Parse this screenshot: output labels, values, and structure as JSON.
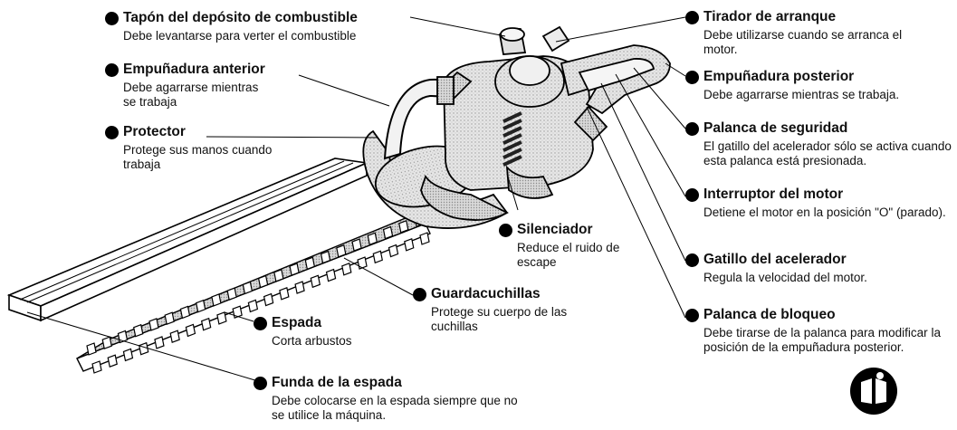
{
  "callouts": {
    "tapon": {
      "title": "Tapón del depósito de combustible",
      "desc": "Debe levantarse para verter el combustible"
    },
    "empunadura_anterior": {
      "title": "Empuñadura anterior",
      "desc": "Debe agarrarse mientras se trabaja"
    },
    "protector": {
      "title": "Protector",
      "desc": "Protege sus manos cuando trabaja"
    },
    "silenciador": {
      "title": "Silenciador",
      "desc": "Reduce el ruido de escape"
    },
    "guardacuchillas": {
      "title": "Guardacuchillas",
      "desc": "Protege su cuerpo de las cuchillas"
    },
    "espada": {
      "title": "Espada",
      "desc": "Corta arbustos"
    },
    "funda": {
      "title": "Funda de la espada",
      "desc": "Debe colocarse en la espada siempre que no se utilice la máquina."
    },
    "tirador": {
      "title": "Tirador de arranque",
      "desc": "Debe utilizarse cuando se arranca el motor."
    },
    "empunadura_posterior": {
      "title": "Empuñadura posterior",
      "desc": "Debe agarrarse mientras se trabaja."
    },
    "palanca_seguridad": {
      "title": "Palanca de seguridad",
      "desc": "El gatillo del acelerador sólo se activa cuando esta palanca está presionada."
    },
    "interruptor": {
      "title": "Interruptor del motor",
      "desc": "Detiene el motor en la posición \"O\" (parado)."
    },
    "gatillo": {
      "title": "Gatillo del acelerador",
      "desc": "Regula la velocidad del motor."
    },
    "palanca_bloqueo": {
      "title": "Palanca de bloqueo",
      "desc": "Debe tirarse de la palanca para modificar la posición de la empuñadura posterior."
    }
  },
  "icons": {
    "manual": "read-manual-icon",
    "machine": "hedge-trimmer-illustration"
  },
  "colors": {
    "ink": "#000000",
    "background": "#ffffff"
  }
}
